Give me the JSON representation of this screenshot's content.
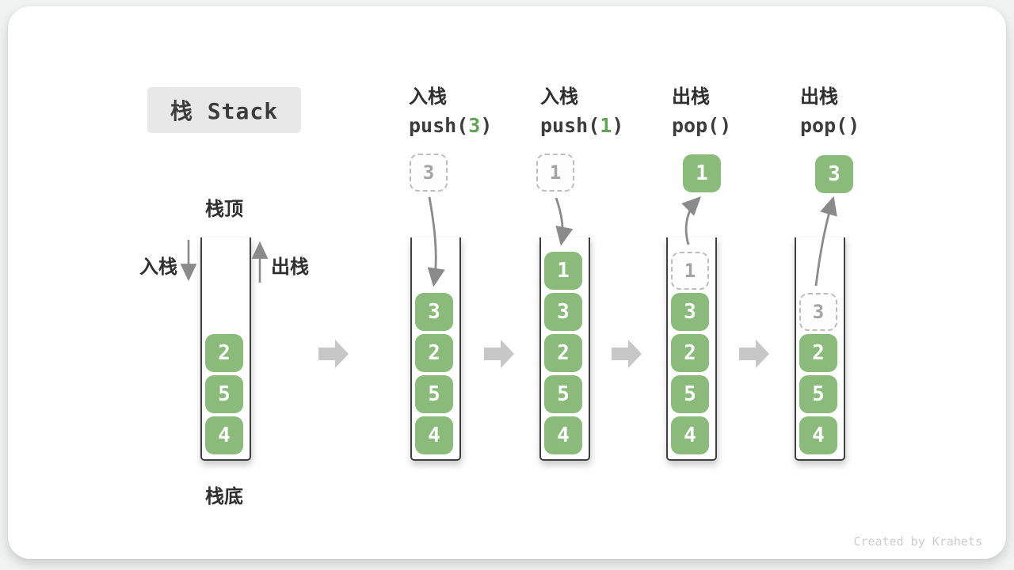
{
  "title": "栈 Stack",
  "watermark": "Created by Krahets",
  "labels": {
    "stack_top": "栈顶",
    "stack_bottom": "栈底",
    "push": "入栈",
    "pop": "出栈"
  },
  "operations": [
    {
      "label": "入栈",
      "code_pre": "push(",
      "code_arg": "3",
      "code_post": ")"
    },
    {
      "label": "入栈",
      "code_pre": "push(",
      "code_arg": "1",
      "code_post": ")"
    },
    {
      "label": "出栈",
      "code_pre": "pop()",
      "code_arg": "",
      "code_post": ""
    },
    {
      "label": "出栈",
      "code_pre": "pop()",
      "code_arg": "",
      "code_post": ""
    }
  ],
  "stacks": [
    {
      "items": [
        "2",
        "5",
        "4"
      ]
    },
    {
      "incoming": "3",
      "items": [
        "3",
        "2",
        "5",
        "4"
      ]
    },
    {
      "incoming": "1",
      "items": [
        "1",
        "3",
        "2",
        "5",
        "4"
      ]
    },
    {
      "popped": "1",
      "ghost": "1",
      "items": [
        "3",
        "2",
        "5",
        "4"
      ]
    },
    {
      "popped": "3",
      "ghost": "3",
      "items": [
        "2",
        "5",
        "4"
      ]
    }
  ],
  "colors": {
    "box_green": "#8abb7a",
    "code_arg_green": "#60a455",
    "block_arrow": "#c7c7c7",
    "curved_arrow": "#8a8a8a",
    "title_bg": "#e8e8e8",
    "container_stroke": "#404040",
    "ghost_border": "#bdbdbd"
  }
}
